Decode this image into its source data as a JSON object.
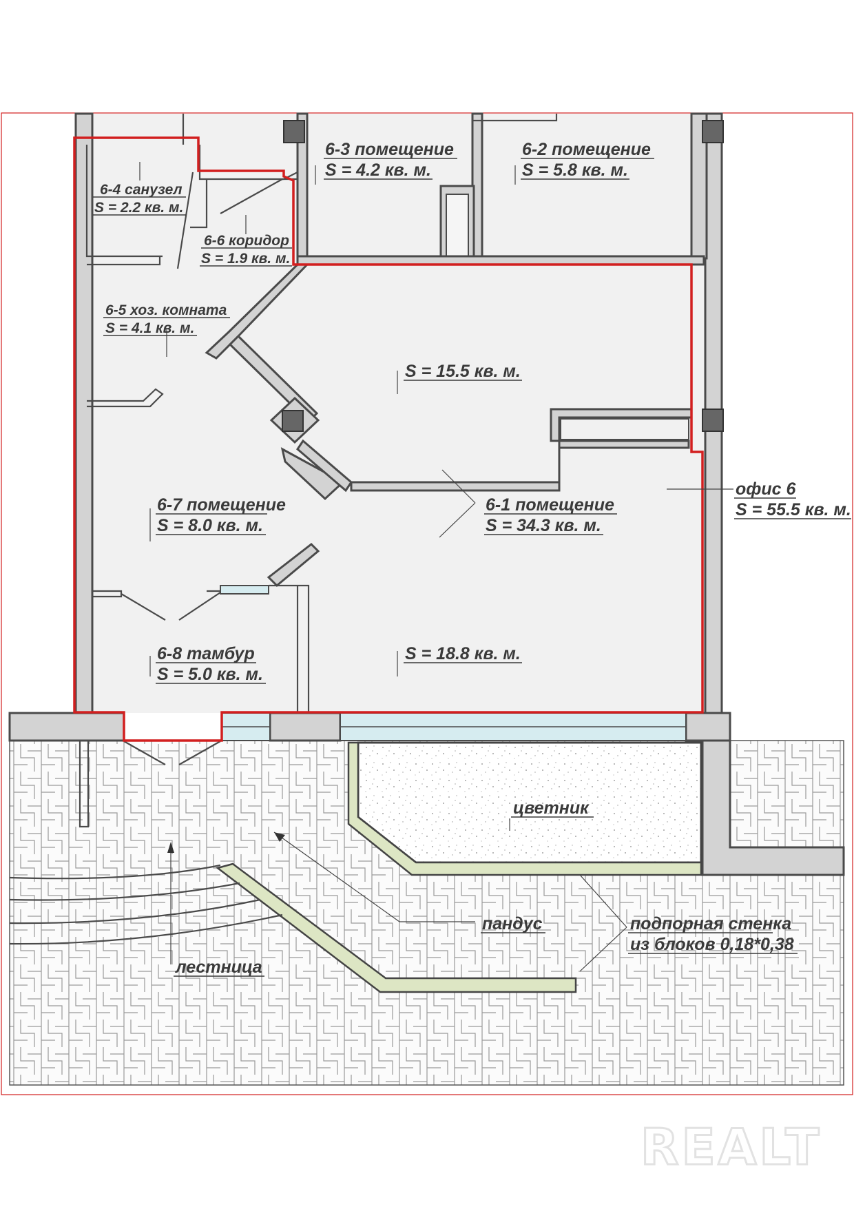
{
  "rooms": {
    "r63": {
      "name": "6-3 помещение",
      "area": "S = 4.2 кв. м."
    },
    "r62": {
      "name": "6-2 помещение",
      "area": "S = 5.8 кв. м."
    },
    "r64": {
      "name": "6-4 санузел",
      "area": "S = 2.2 кв. м."
    },
    "r66": {
      "name": "6-6 коридор",
      "area": "S = 1.9 кв. м."
    },
    "r65": {
      "name": "6-5 хоз. комната",
      "area": "S = 4.1 кв. м."
    },
    "r61a": {
      "area": "S = 15.5 кв. м."
    },
    "r67": {
      "name": "6-7 помещение",
      "area": "S = 8.0 кв. м."
    },
    "r61": {
      "name": "6-1 помещение",
      "area": "S = 34.3 кв. м."
    },
    "office": {
      "name": "офис 6",
      "area": "S = 55.5 кв. м."
    },
    "r68": {
      "name": "6-8 тамбур",
      "area": "S = 5.0 кв. м."
    },
    "r61b": {
      "area": "S = 18.8 кв. м."
    }
  },
  "outside": {
    "flowerbed": "цветник",
    "ramp": "пандус",
    "retaining_wall_line1": "подпорная стенка",
    "retaining_wall_line2": "из блоков 0,18*0,38",
    "stairs": "лестница"
  },
  "watermark": "REALT",
  "colors": {
    "boundary": "#d21f1f",
    "wall": "#d3d3d3",
    "floor": "#f1f1f1",
    "retaining_wall": "#dde6c4",
    "window": "#d6ecf0"
  }
}
